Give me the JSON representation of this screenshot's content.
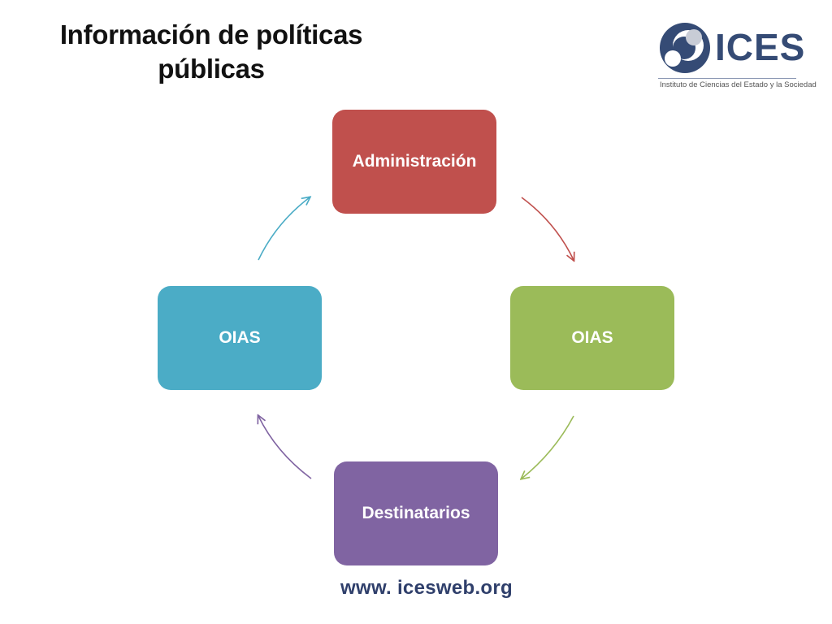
{
  "slide": {
    "title_line1": "Información de políticas",
    "title_line2": "públicas",
    "url": "www. icesweb.org"
  },
  "logo": {
    "wordmark": "ICES",
    "subtitle": "Instituto de Ciencias del Estado y la Sociedad",
    "colors": {
      "dark": "#354b75",
      "light": "#c8ccd6"
    }
  },
  "diagram": {
    "type": "cycle",
    "nodes": [
      {
        "label": "Administración",
        "color": "#c0504d"
      },
      {
        "label": "OIAS",
        "color": "#9bbb59"
      },
      {
        "label": "Destinatarios",
        "color": "#8064a2"
      },
      {
        "label": "OIAS",
        "color": "#4bacc6"
      }
    ],
    "direction": "clockwise"
  }
}
